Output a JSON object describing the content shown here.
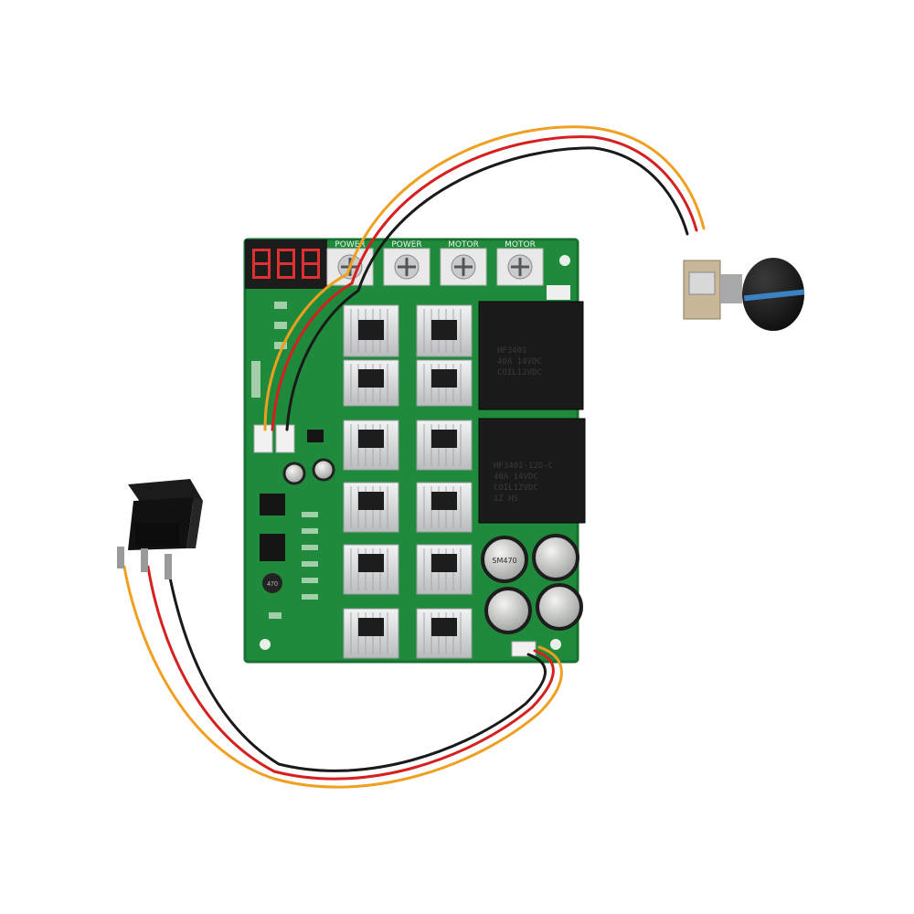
{
  "image": {
    "terminal_labels": [
      "POWER",
      "POWER",
      "MOTOR",
      "MOTOR"
    ],
    "relay_top_text": [
      "HF3401",
      "40A 14VDC",
      "COIL12VDC"
    ],
    "relay_bottom_text": [
      "HF3401-12D-C",
      "40A 14VDC",
      "COIL12VDC",
      "1Z HS"
    ],
    "capacitor_marking": "SM470",
    "inductor_marking": "470",
    "colors": {
      "pcb": "#1f8a3b",
      "pcb_edge": "#177030",
      "display_digits": "#e03030",
      "relay": "#1a1a1a",
      "heatsink": "#d8dadc",
      "wire_red": "#d62020",
      "wire_orange": "#f0a020",
      "wire_black": "#1a1a1a"
    }
  }
}
